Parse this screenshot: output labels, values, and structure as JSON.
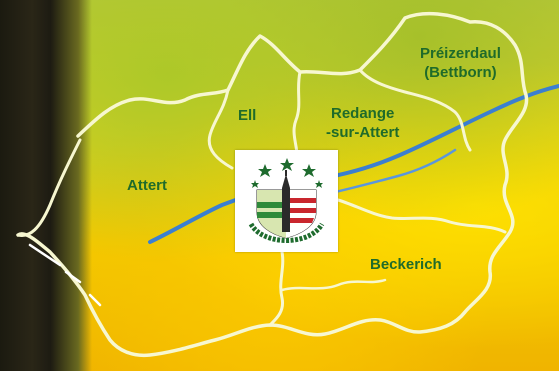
{
  "communes": [
    {
      "name": "Préizerdaul\n(Bettborn)"
    },
    {
      "name": "Ell"
    },
    {
      "name": "Redange\n-sur-Attert"
    },
    {
      "name": "Attert"
    },
    {
      "name": "Beckerich"
    }
  ],
  "colors": {
    "label": "#1f6b2a",
    "border": "#f7f7d0",
    "river": "#3b7fd0"
  },
  "emblem_icon": "canton-redange-seal-icon"
}
